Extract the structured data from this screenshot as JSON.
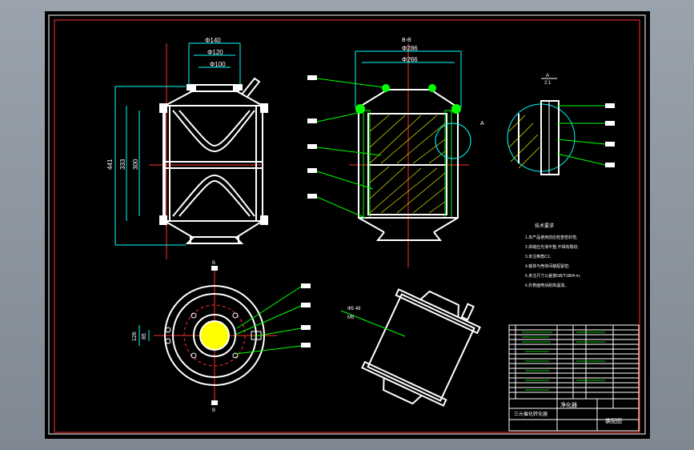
{
  "dims": {
    "front_d140": "Φ140",
    "front_d120": "Φ120",
    "front_d100": "Φ100",
    "front_h441": "441",
    "front_h333": "333",
    "front_h300": "300"
  },
  "section": {
    "title": "B-B",
    "d286": "Φ286",
    "d266": "Φ266",
    "callout_a": "A"
  },
  "detail": {
    "title": "A",
    "scale": "2:1"
  },
  "top_view": {
    "dim_126": "126",
    "dim_85": "85",
    "b_top": "B",
    "b_bottom": "B"
  },
  "iso_view": {
    "label_1": "Φ5 48",
    "label_2": "M5"
  },
  "tech_notes": {
    "title": "技术要求",
    "lines": [
      "1.本产品使用前应检查密封性;",
      "2.焊缝应光滑平整,不得有裂纹;",
      "3.未注倒角C1;",
      "4.载体与壳体间装配紧密;",
      "5.未注尺寸公差按GB/T1804-m;",
      "6.外表面喷涂耐高温漆。"
    ]
  },
  "title_block": {
    "drawing_name": "净化器",
    "org": "三元催化转化器",
    "company": "装配图"
  },
  "colors": {
    "line": "#ffffff",
    "dim": "#00ffff",
    "leader": "#00ff00",
    "center": "#ff0000",
    "hatch": "#ffff00",
    "frame": "#ff0000"
  }
}
